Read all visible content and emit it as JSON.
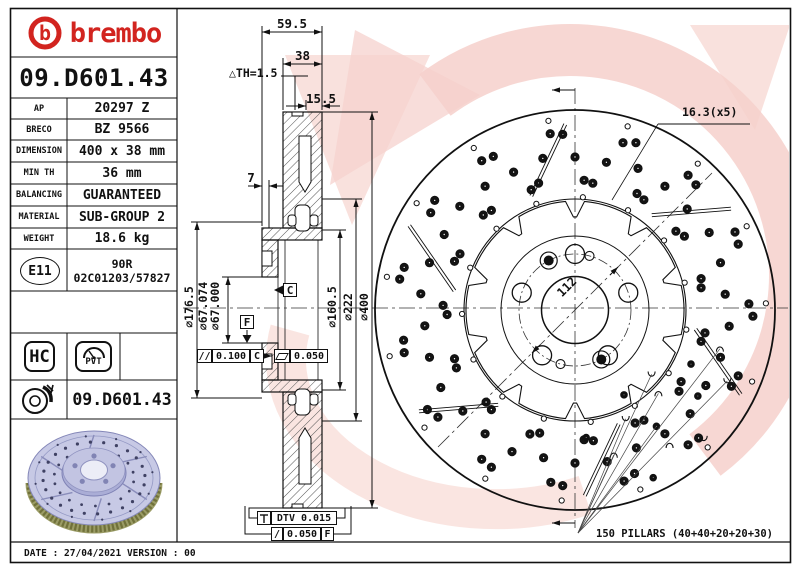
{
  "brand": {
    "name": "brembo",
    "accent_color": "#d2241f"
  },
  "part_number": "09.D601.43",
  "spec_table": {
    "rows": [
      {
        "label": "AP",
        "value": "20297 Z"
      },
      {
        "label": "BRECO",
        "value": "BZ 9566"
      },
      {
        "label": "DIMENSION",
        "value": "400 x 38 mm"
      },
      {
        "label": "MIN TH",
        "value": "36 mm"
      },
      {
        "label": "BALANCING",
        "value": "GUARANTEED"
      },
      {
        "label": "MATERIAL",
        "value": "SUB-GROUP 2"
      },
      {
        "label": "WEIGHT",
        "value": "18.6 kg"
      }
    ]
  },
  "homologation": {
    "mark": "E11",
    "line1": "90R",
    "line2": "02C01203/57827"
  },
  "badges": {
    "hc": "HC",
    "pvt": "PVT"
  },
  "drawing_ref": "09.D601.43",
  "footer": {
    "date_line": "DATE : 27/04/2021 VERSION : 00"
  },
  "section_view": {
    "dim_overall_width": "59.5",
    "dim_band_width": "38",
    "wear_note": "△TH=1.5",
    "dim_offset": "15.5",
    "dim_hat_wall": "7",
    "dim_hat_od": "⌀176.5",
    "dim_bore_max": "⌀67.074",
    "dim_bore_min": "⌀67.000",
    "dim_band_id": "⌀160.5",
    "dim_hat_flange": "⌀222",
    "dim_outer": "⌀400",
    "datum_c": "C",
    "datum_f": "F",
    "parallelism": {
      "symbol": "//",
      "value": "0.100",
      "datum": "C"
    },
    "flatness": {
      "value": "0.050"
    },
    "dtv": {
      "value": "DTV 0.015"
    },
    "runout": {
      "symbol": "/",
      "value": "0.050",
      "datum": "F"
    }
  },
  "disc_view": {
    "bolt_circle": "112",
    "hole_note": "16.3(x5)",
    "pillars_note": "150 PILLARS (40+40+20+20+30)"
  },
  "colors": {
    "watermark_pink_1": "#f9e1dd",
    "watermark_pink_2": "#f6d2cd",
    "photo_body": "#c7c9e5",
    "photo_rim": "#70713a"
  }
}
